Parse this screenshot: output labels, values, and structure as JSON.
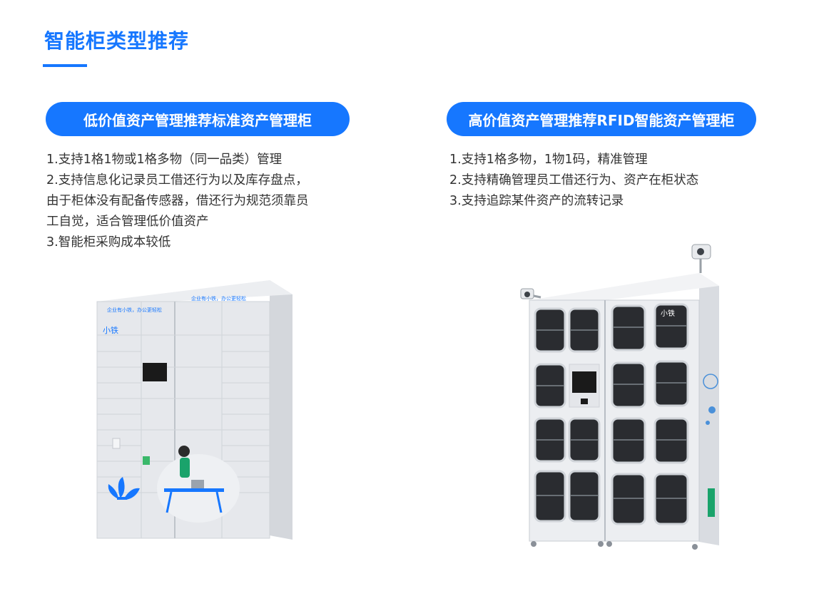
{
  "page": {
    "title": "智能柜类型推荐"
  },
  "left_section": {
    "heading": "低价值资产管理推荐标准资产管理柜",
    "features": [
      "1.支持1格1物或1格多物（同一品类）管理",
      "2.支持信息化记录员工借还行为以及库存盘点，",
      "由于柜体没有配备传感器，借还行为规范须靠员",
      "工自觉，适合管理低价值资产",
      "3.智能柜采购成本较低"
    ],
    "cabinet": {
      "slogan": "企业有小铁，办公更轻松",
      "logo": "小铁"
    }
  },
  "right_section": {
    "heading": "高价值资产管理推荐RFID智能资产管理柜",
    "features": [
      "1.支持1格多物，1物1码，精准管理",
      "2.支持精确管理员工借还行为、资产在柜状态",
      "3.支持追踪某件资产的流转记录"
    ],
    "cabinet": {
      "logo": "小铁"
    }
  },
  "colors": {
    "accent": "#1677ff",
    "text": "#333333",
    "cabinet_body": "#e6e8ec",
    "screen": "#1a1a1a",
    "illustration_green": "#1aa36b"
  }
}
